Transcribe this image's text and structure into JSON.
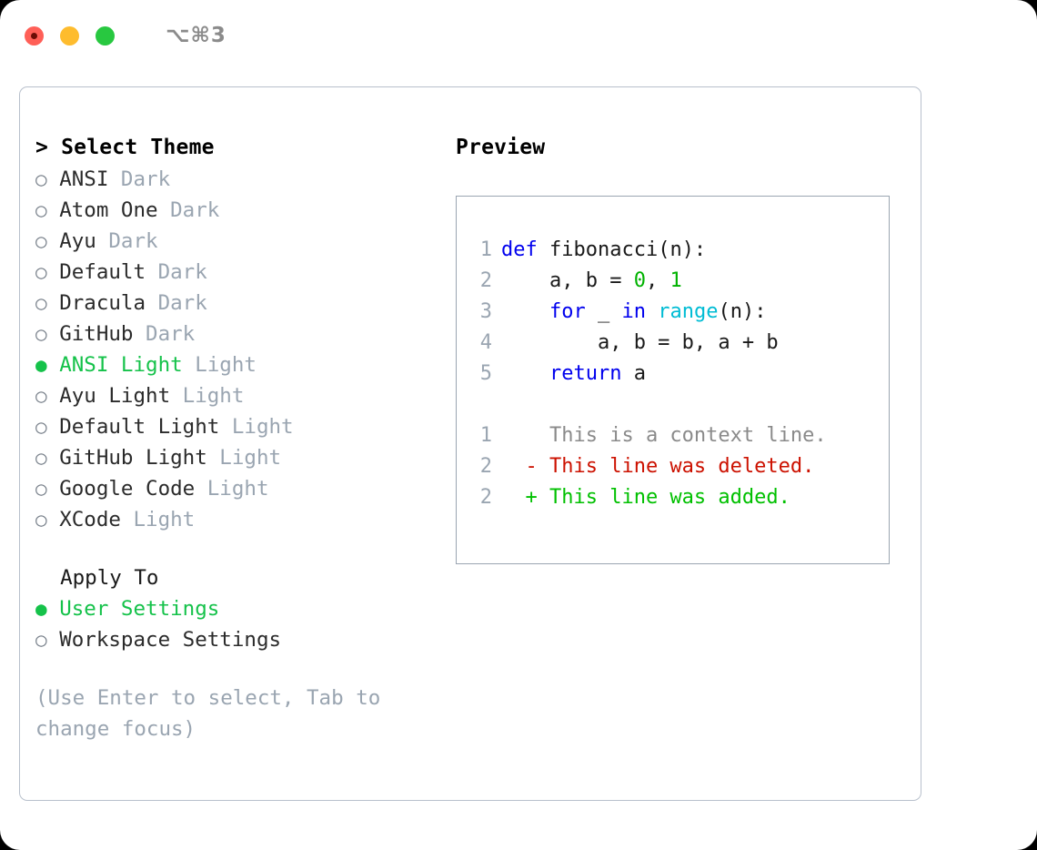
{
  "titlebar": {
    "shortcut": "⌥⌘3",
    "buttons": [
      {
        "name": "close",
        "color": "#ff5f57"
      },
      {
        "name": "minimize",
        "color": "#febc2e"
      },
      {
        "name": "maximize",
        "color": "#28c840"
      }
    ]
  },
  "left": {
    "header": "> Select Theme",
    "themes": [
      {
        "marker": "○",
        "name": "ANSI",
        "kind": "Dark",
        "selected": false
      },
      {
        "marker": "○",
        "name": "Atom One",
        "kind": "Dark",
        "selected": false
      },
      {
        "marker": "○",
        "name": "Ayu",
        "kind": "Dark",
        "selected": false
      },
      {
        "marker": "○",
        "name": "Default",
        "kind": "Dark",
        "selected": false
      },
      {
        "marker": "○",
        "name": "Dracula",
        "kind": "Dark",
        "selected": false
      },
      {
        "marker": "○",
        "name": "GitHub",
        "kind": "Dark",
        "selected": false
      },
      {
        "marker": "●",
        "name": "ANSI Light",
        "kind": "Light",
        "selected": true
      },
      {
        "marker": "○",
        "name": "Ayu Light",
        "kind": "Light",
        "selected": false
      },
      {
        "marker": "○",
        "name": "Default Light",
        "kind": "Light",
        "selected": false
      },
      {
        "marker": "○",
        "name": "GitHub Light",
        "kind": "Light",
        "selected": false
      },
      {
        "marker": "○",
        "name": "Google Code",
        "kind": "Light",
        "selected": false
      },
      {
        "marker": "○",
        "name": "XCode",
        "kind": "Light",
        "selected": false
      }
    ],
    "apply_to_label": "  Apply To",
    "apply_to": [
      {
        "marker": "●",
        "name": "User Settings",
        "selected": true
      },
      {
        "marker": "○",
        "name": "Workspace Settings",
        "selected": false
      }
    ],
    "hint": "(Use Enter to select, Tab to change focus)"
  },
  "right": {
    "header": "Preview",
    "code": {
      "lines": [
        {
          "num": "1",
          "tokens": [
            {
              "t": "def",
              "c": "kw"
            },
            {
              "t": " fibonacci(n):",
              "c": "plain"
            }
          ]
        },
        {
          "num": "2",
          "tokens": [
            {
              "t": "    a, b = ",
              "c": "plain"
            },
            {
              "t": "0",
              "c": "num"
            },
            {
              "t": ", ",
              "c": "plain"
            },
            {
              "t": "1",
              "c": "num"
            }
          ]
        },
        {
          "num": "3",
          "tokens": [
            {
              "t": "    ",
              "c": "plain"
            },
            {
              "t": "for",
              "c": "kw"
            },
            {
              "t": " _ ",
              "c": "plain"
            },
            {
              "t": "in",
              "c": "kw"
            },
            {
              "t": " ",
              "c": "plain"
            },
            {
              "t": "range",
              "c": "fn"
            },
            {
              "t": "(n):",
              "c": "plain"
            }
          ]
        },
        {
          "num": "4",
          "tokens": [
            {
              "t": "        a, b = b, a + b",
              "c": "plain"
            }
          ]
        },
        {
          "num": "5",
          "tokens": [
            {
              "t": "    ",
              "c": "plain"
            },
            {
              "t": "return",
              "c": "kw"
            },
            {
              "t": " a",
              "c": "plain"
            }
          ]
        }
      ]
    },
    "diff": {
      "lines": [
        {
          "num": "1",
          "marker": " ",
          "text": "This is a context line.",
          "kind": "context"
        },
        {
          "num": "2",
          "marker": "-",
          "text": "This line was deleted.",
          "kind": "deleted"
        },
        {
          "num": "2",
          "marker": "+",
          "text": "This line was added.",
          "kind": "added"
        }
      ]
    }
  },
  "colors": {
    "accent_green": "#15c24a",
    "muted": "#9aa5b1",
    "keyword_blue": "#0000ee",
    "function_cyan": "#00bcd4",
    "number_green": "#00b200",
    "diff_deleted": "#cc1100",
    "diff_added": "#00c000",
    "border": "#b8c0cc"
  }
}
